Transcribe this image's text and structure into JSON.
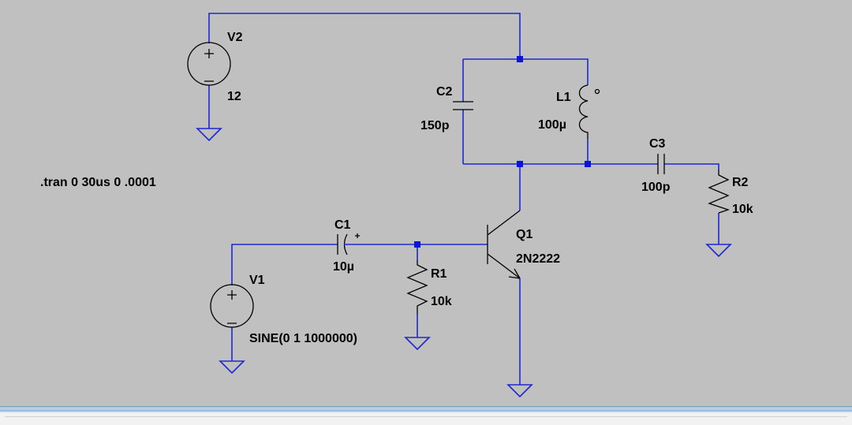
{
  "schematic": {
    "directive": ".tran 0 30us 0 .0001",
    "components": {
      "v1": {
        "name": "V1",
        "value": "SINE(0 1 1000000)"
      },
      "v2": {
        "name": "V2",
        "value": "12"
      },
      "c1": {
        "name": "C1",
        "value": "10µ"
      },
      "c2": {
        "name": "C2",
        "value": "150p"
      },
      "c3": {
        "name": "C3",
        "value": "100p"
      },
      "l1": {
        "name": "L1",
        "value": "100µ"
      },
      "r1": {
        "name": "R1",
        "value": "10k"
      },
      "r2": {
        "name": "R2",
        "value": "10k"
      },
      "q1": {
        "name": "Q1",
        "value": "2N2222"
      }
    },
    "colors": {
      "background": "#c0c0c0",
      "wire": "#1e28d0",
      "junction": "#0a14e0",
      "component": "#000000"
    }
  }
}
